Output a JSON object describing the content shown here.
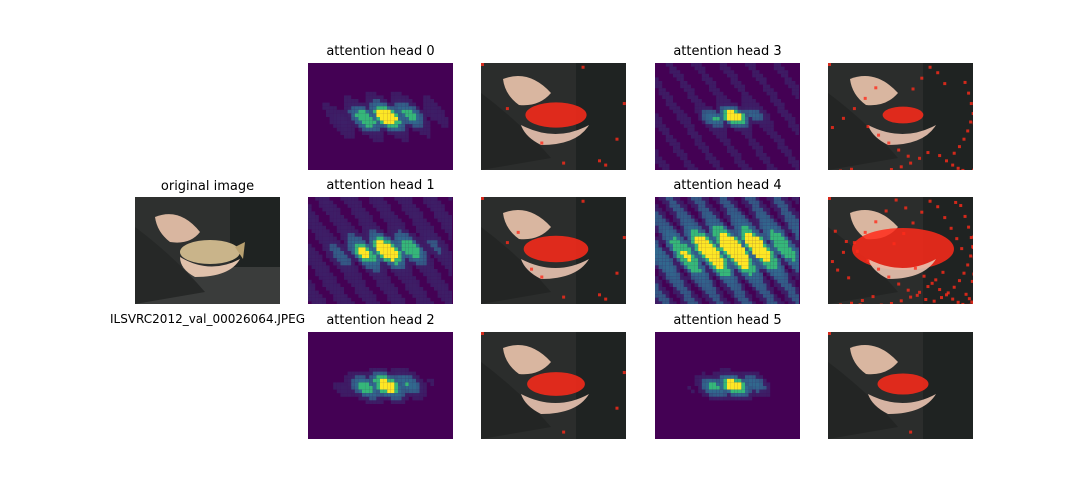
{
  "original": {
    "title": "original image",
    "caption": "ILSVRC2012_val_00026064.JPEG"
  },
  "heads": [
    {
      "title": "attention head 0"
    },
    {
      "title": "attention head 1"
    },
    {
      "title": "attention head 2"
    },
    {
      "title": "attention head 3"
    },
    {
      "title": "attention head 4"
    },
    {
      "title": "attention head 5"
    }
  ],
  "colors": {
    "heatmap_background": "#440154",
    "heatmap_mid": "#31688e",
    "heatmap_high": "#35b779",
    "heatmap_peak": "#fde725",
    "overlay_red": "#ff2a1a",
    "photo_dark": "#2b2d2c"
  }
}
